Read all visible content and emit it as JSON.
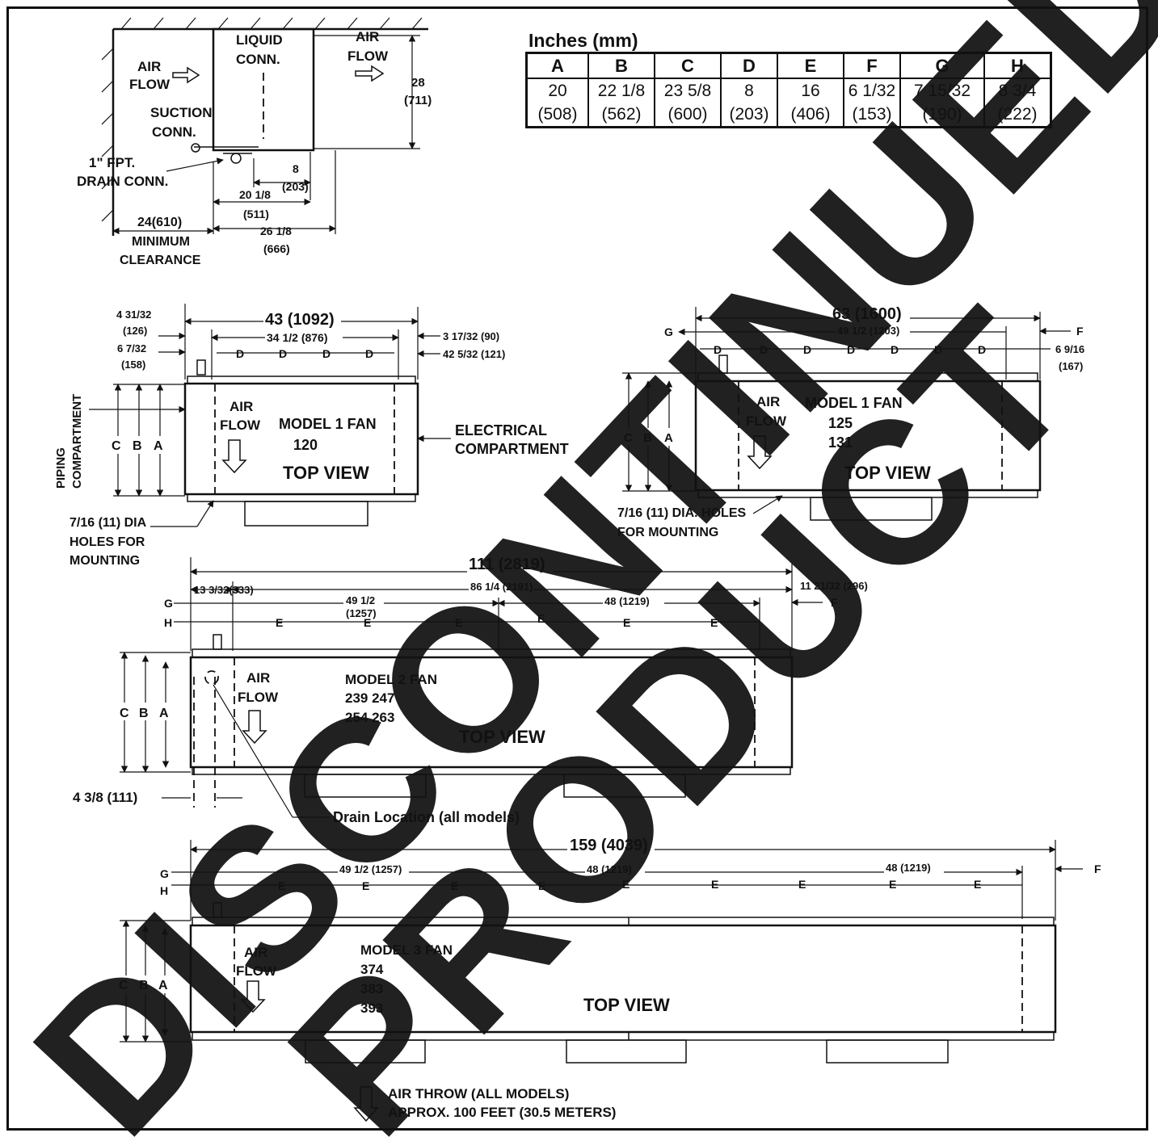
{
  "table": {
    "caption": "Inches (mm)",
    "headers": [
      "A",
      "B",
      "C",
      "D",
      "E",
      "F",
      "G",
      "H"
    ],
    "inches": [
      "20",
      "22 1/8",
      "23 5/8",
      "8",
      "16",
      "6 1/32",
      "7 15/32",
      "8 3/4"
    ],
    "mm": [
      "(508)",
      "(562)",
      "(600)",
      "(203)",
      "(406)",
      "(153)",
      "(190)",
      "(222)"
    ]
  },
  "side_view": {
    "air_flow_in": [
      "AIR",
      "FLOW"
    ],
    "liquid_conn": [
      "LIQUID",
      "CONN."
    ],
    "air_flow_out": [
      "AIR",
      "FLOW"
    ],
    "suction_conn": [
      "SUCTION",
      "CONN."
    ],
    "drain_conn": [
      "1\"  FPT.",
      "DRAIN CONN."
    ],
    "height": [
      "28",
      "(711)"
    ],
    "dim_8": [
      "8",
      "(203)"
    ],
    "dim_20": [
      "20 1/8",
      "(511)"
    ],
    "dim_26": [
      "26 1/8",
      "(666)"
    ],
    "clearance": [
      "24(610)",
      "MINIMUM",
      "CLEARANCE"
    ]
  },
  "view_120": {
    "overall": "43 (1092)",
    "left_top": [
      "4 31/32",
      "(126)"
    ],
    "left_mid": [
      "6 7/32",
      "(158)"
    ],
    "inner": "34 1/2 (876)",
    "right_top": "3 17/32 (90)",
    "right_mid": "42 5/32 (121)",
    "d_label": "D",
    "piping": [
      "PIPING",
      "COMPARTMENT"
    ],
    "electrical": [
      "ELECTRICAL",
      "COMPARTMENT"
    ],
    "air_flow": [
      "AIR",
      "FLOW"
    ],
    "model": [
      "MODEL  1 FAN",
      "120"
    ],
    "top_view": "TOP VIEW",
    "holes": [
      "7/16 (11) DIA",
      "HOLES FOR",
      "MOUNTING"
    ],
    "side_letters": [
      "C",
      "B",
      "A"
    ]
  },
  "view_125": {
    "overall": "63 (1600)",
    "g": "G",
    "inner": "49 1/2 (1203)",
    "f": "F",
    "right": [
      "6 9/16",
      "(167)"
    ],
    "d_label": "D",
    "air_flow": [
      "AIR",
      "FLOW"
    ],
    "model": [
      "MODEL    1 FAN",
      "125",
      "131"
    ],
    "top_view": "TOP VIEW",
    "holes": [
      "7/16 (11) DIA. HOLES",
      "FOR MOUNTING"
    ],
    "side_letters": [
      "C",
      "B",
      "A"
    ]
  },
  "view_2fan": {
    "overall": "111 (2819)",
    "left": "13 3/32(333)",
    "mid": "86 1/4 (2191)",
    "right": "11 21/32 (296)",
    "g": "G",
    "h": "H",
    "f": "F",
    "span1": [
      "49 1/2",
      "(1257)"
    ],
    "span2": "48 (1219)",
    "e_label": "E",
    "air_flow": [
      "AIR",
      "FLOW"
    ],
    "model": [
      "MODEL  2 FAN",
      "239    247",
      "254    263"
    ],
    "top_view": "TOP VIEW",
    "drain_dim": "4 3/8 (111)",
    "drain_note": "Drain  Location  (all  models)",
    "side_letters": [
      "C",
      "B",
      "A"
    ]
  },
  "view_3fan": {
    "overall": "159 (4039)",
    "g": "G",
    "h": "H",
    "f": "F",
    "span1": "49 1/2 (1257)",
    "span2": "48 (1219)",
    "span3": "48 (1219)",
    "e_label": "E",
    "air_flow": [
      "AIR",
      "FLOW"
    ],
    "model": [
      "MODEL  3 FAN",
      "374",
      "383",
      "393"
    ],
    "top_view": "TOP VIEW",
    "side_letters": [
      "C",
      "B",
      "A"
    ]
  },
  "air_throw": [
    "AIR THROW (ALL MODELS)",
    "APPROX. 100 FEET (30.5 METERS)"
  ],
  "watermark": [
    "DISCONTINUED",
    "PRODUCT"
  ],
  "colors": {
    "ink": "#111111",
    "watermark": "#555555"
  }
}
